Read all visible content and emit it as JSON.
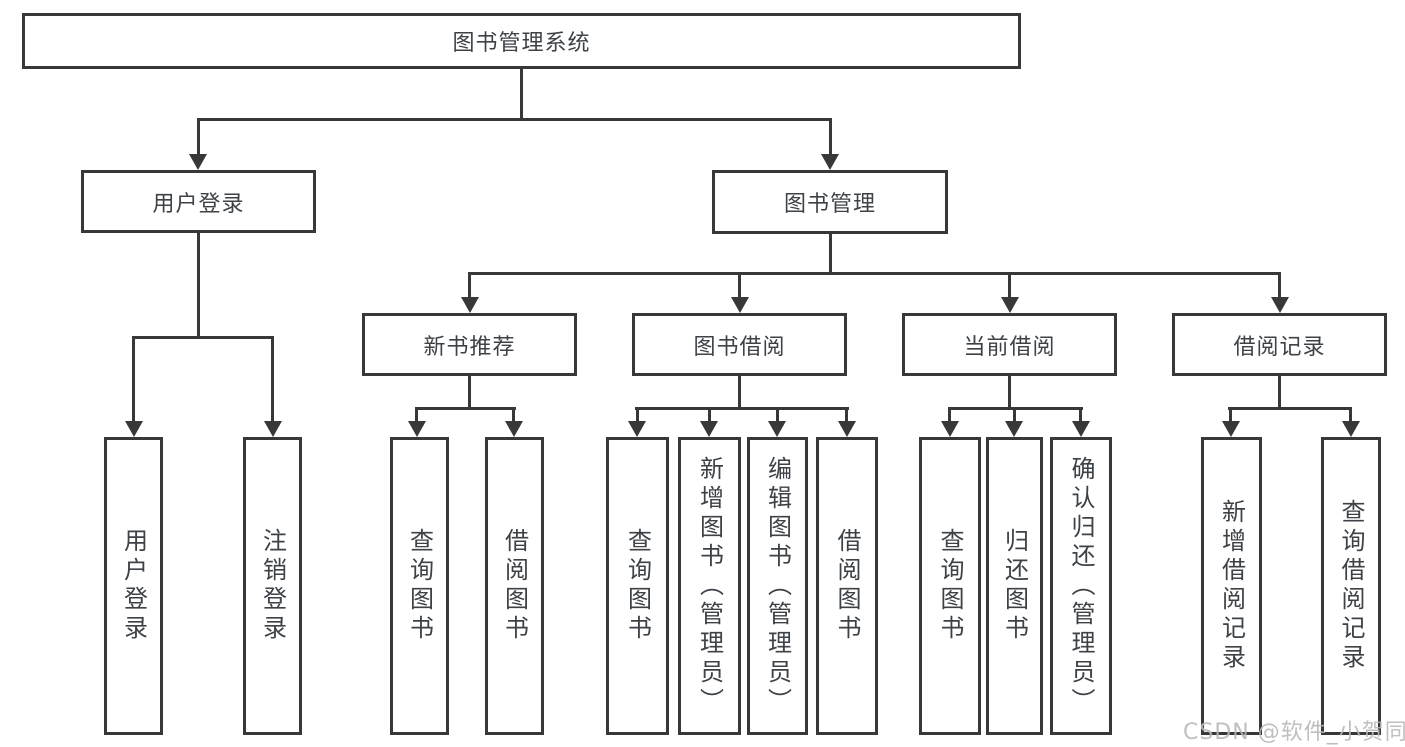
{
  "diagram": {
    "root": "图书管理系统",
    "children": [
      {
        "label": "用户登录",
        "children": [
          {
            "label": "用户登录"
          },
          {
            "label": "注销登录"
          }
        ]
      },
      {
        "label": "图书管理",
        "children": [
          {
            "label": "新书推荐",
            "children": [
              {
                "label": "查询图书"
              },
              {
                "label": "借阅图书"
              }
            ]
          },
          {
            "label": "图书借阅",
            "children": [
              {
                "label": "查询图书"
              },
              {
                "label": "新增图书（管理员）"
              },
              {
                "label": "编辑图书（管理员）"
              },
              {
                "label": "借阅图书"
              }
            ]
          },
          {
            "label": "当前借阅",
            "children": [
              {
                "label": "查询图书"
              },
              {
                "label": "归还图书"
              },
              {
                "label": "确认归还（管理员）"
              }
            ]
          },
          {
            "label": "借阅记录",
            "children": [
              {
                "label": "新增借阅记录"
              },
              {
                "label": "查询借阅记录"
              }
            ]
          }
        ]
      }
    ]
  },
  "watermark": "CSDN @软件_小贺同学",
  "colors": {
    "line": "#383838",
    "text": "#3d4247",
    "watermark": "#b9b9b9",
    "background": "#ffffff"
  }
}
